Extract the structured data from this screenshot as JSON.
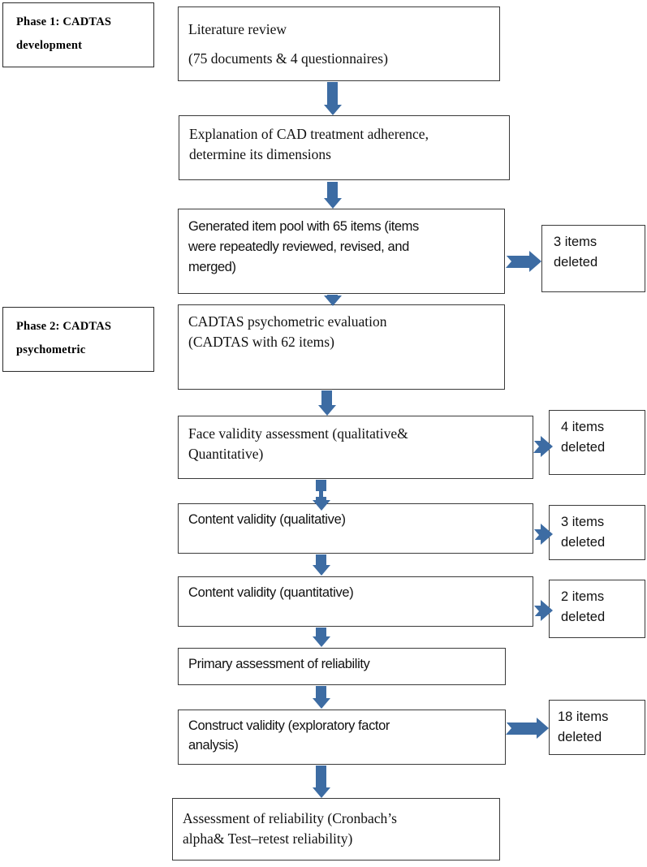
{
  "figure": {
    "title": "CADTAS development and psychometric evaluation flowchart",
    "accent_color": "#3d6ca3",
    "box_border_color": "#3a3a3a",
    "background_color": "#ffffff"
  },
  "phase_labels": [
    {
      "id": "phase-1",
      "lines": [
        "Phase 1: CADTAS",
        "development"
      ]
    },
    {
      "id": "phase-2",
      "lines": [
        "Phase 2: CADTAS",
        "psychometric"
      ]
    }
  ],
  "process_steps": [
    {
      "id": "step-literature-review",
      "lines": [
        "Literature review",
        "(75 documents & 4 questionnaires)"
      ]
    },
    {
      "id": "step-explanation-cad",
      "lines": [
        "Explanation of CAD treatment adherence,",
        "determine its dimensions"
      ]
    },
    {
      "id": "step-generated-item-pool",
      "lines": [
        "Generated item pool with 65 items (items",
        "were repeatedly reviewed, revised, and",
        "merged)"
      ]
    },
    {
      "id": "step-cadtas-psychometric-evaluation",
      "lines": [
        "CADTAS psychometric evaluation",
        "(CADTAS with 62 items)"
      ]
    },
    {
      "id": "step-face-validity",
      "lines": [
        "Face validity assessment (qualitative&",
        "Quantitative)"
      ]
    },
    {
      "id": "step-content-validity-qualitative",
      "lines": [
        "Content validity (qualitative)"
      ]
    },
    {
      "id": "step-content-validity-quantitative",
      "lines": [
        "Content validity (quantitative)"
      ]
    },
    {
      "id": "step-primary-reliability",
      "lines": [
        "Primary assessment of reliability"
      ]
    },
    {
      "id": "step-construct-validity",
      "lines": [
        "Construct validity (exploratory factor",
        "analysis)"
      ]
    },
    {
      "id": "step-assessment-reliability",
      "lines": [
        "Assessment of reliability (Cronbach’s",
        "alpha& Test–retest reliability)"
      ]
    }
  ],
  "deleted_items": [
    {
      "id": "deleted-3a",
      "count": "3 items",
      "action": "deleted",
      "from": "step-generated-item-pool"
    },
    {
      "id": "deleted-4",
      "count": "4 items",
      "action": "deleted",
      "from": "step-face-validity"
    },
    {
      "id": "deleted-3b",
      "count": "3 items",
      "action": "deleted",
      "from": "step-content-validity-qualitative"
    },
    {
      "id": "deleted-2",
      "count": "2 items",
      "action": "deleted",
      "from": "step-content-validity-quantitative"
    },
    {
      "id": "deleted-18",
      "count": "18 items",
      "action": "deleted",
      "from": "step-construct-validity"
    }
  ],
  "connectors": {
    "down_arrow_name": "arrow-down",
    "right_arrow_name": "arrow-right"
  }
}
